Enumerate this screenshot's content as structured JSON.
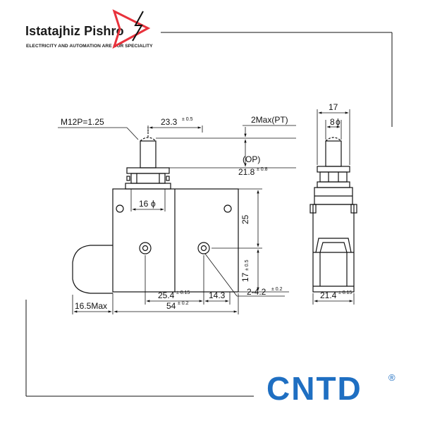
{
  "brand": {
    "title": "Istatajhiz Pishro",
    "tagline": "ELECTRICITY AND AUTOMATION ARE OUR SPECIALITY",
    "accent_color": "#e8323c"
  },
  "logo": {
    "text": "CNTD",
    "registered": "®",
    "color": "#1f6fc2"
  },
  "drawing": {
    "thread_label": "M12P=1.25",
    "dim_23_3": "23.3",
    "dim_23_3_tol": "± 0.5",
    "dim_pt": "2Max(PT)",
    "dim_op_label": "(OP)",
    "dim_21_8": "21.8",
    "dim_21_8_tol": "± 0.8",
    "dim_16": "16",
    "phi": "ϕ",
    "dim_25": "25",
    "dim_17_side": "17",
    "dim_17_side_tol": "± 0.5",
    "dim_hole": "2-4.2",
    "dim_hole_tol": "± 0.2",
    "dim_25_4": "25.4",
    "dim_25_4_tol": "± 0.15",
    "dim_14_3": "14.3",
    "dim_54": "54",
    "dim_54_tol": "± 0.2",
    "dim_16_5": "16.5Max",
    "dim_17_top": "17",
    "dim_8": "8",
    "dim_21_4": "21.4",
    "dim_21_4_tol": "± 0.15"
  }
}
